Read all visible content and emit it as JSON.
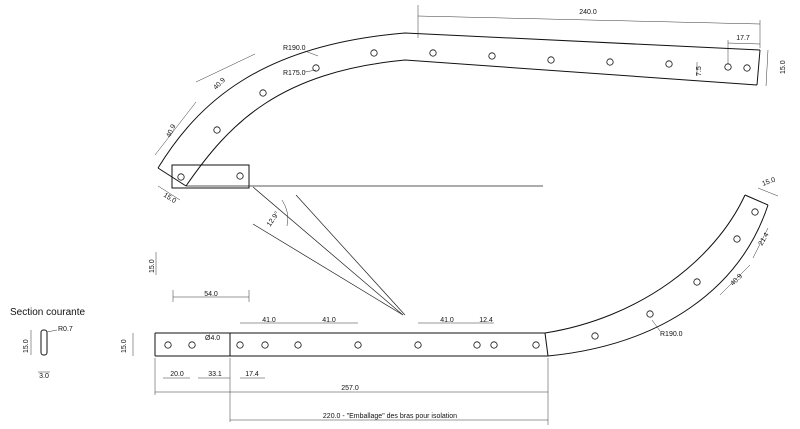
{
  "labels": {
    "d240": "240.0",
    "d17_7": "17.7",
    "d15_top_right": "15.0",
    "d7_5": "7.5",
    "r190_top": "R190.0",
    "r175_top": "R175.0",
    "d40_9_a": "40.9",
    "d40_9_b": "40.9",
    "d15_top_left": "15.0",
    "d12_9": "12.9°",
    "d15_left": "15.0",
    "d54": "54.0",
    "d41_a": "41.0",
    "d41_b": "41.0",
    "d41_c": "41.0",
    "d12_4": "12.4",
    "d4_hole": "Ø4.0",
    "d15_bottom_left": "15.0",
    "d20": "20.0",
    "d33_1": "33.1",
    "d17_4": "17.4",
    "d257": "257.0",
    "d220": "220.0  -  \"Emballage\" des bras pour isolation",
    "d15_bottom_right": "15.0",
    "d21_4": "21.4",
    "d40_9_c": "40.9",
    "r190_bottom": "R190.0",
    "section_title": "Section courante",
    "section_r": "R0.7",
    "section_h": "15.0",
    "section_w": "3.0"
  }
}
